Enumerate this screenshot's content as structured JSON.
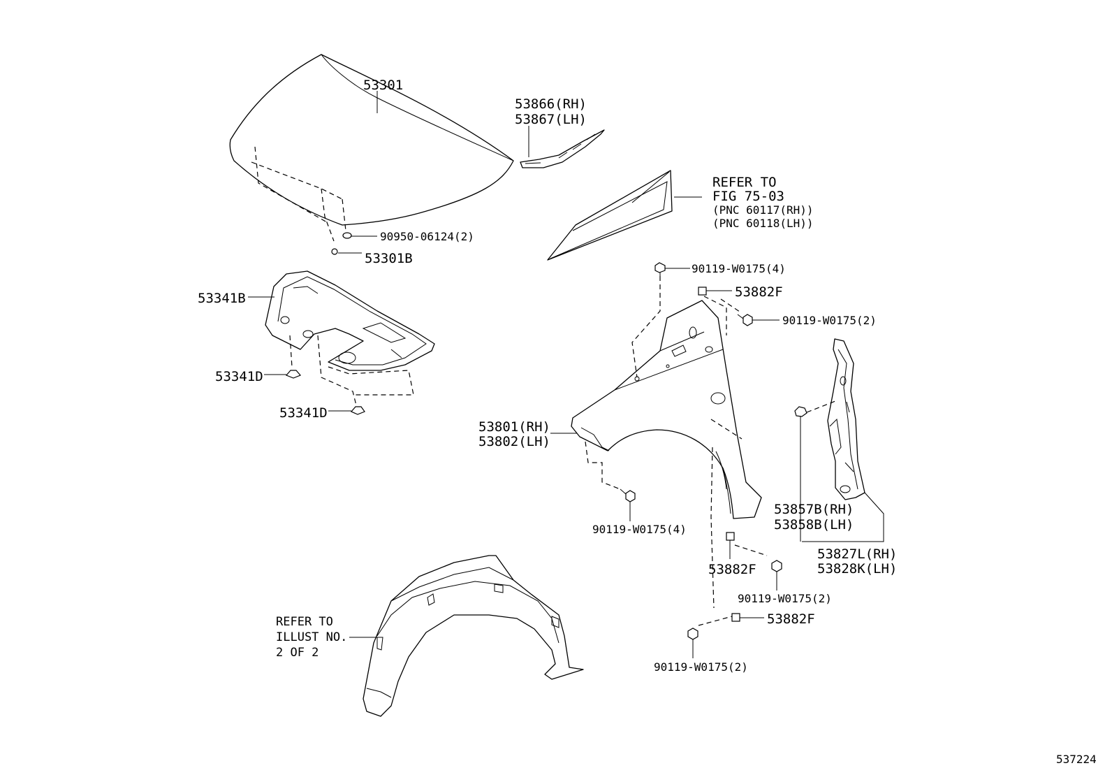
{
  "labels": {
    "hood": "53301",
    "hood_seal_rh": "53866(RH)",
    "hood_seal_lh": "53867(LH)",
    "refer_fig_1": "REFER TO",
    "refer_fig_2": "FIG 75-03",
    "refer_fig_3": "(PNC 60117(RH))",
    "refer_fig_4": "(PNC 60118(LH))",
    "hood_cushion": "90950-06124(2)",
    "hood_clip": "53301B",
    "insulator": "53341B",
    "insulator_clip_a": "53341D",
    "insulator_clip_b": "53341D",
    "bolt_top": "90119-W0175(4)",
    "nut_top": "53882F",
    "bolt_top_2": "90119-W0175(2)",
    "fender_rh": "53801(RH)",
    "fender_lh": "53802(LH)",
    "bolt_lower_left": "90119-W0175(4)",
    "seal_clip_rh": "53857B(RH)",
    "seal_clip_lh": "53858B(LH)",
    "fender_seal_rh": "53827L(RH)",
    "fender_seal_lh": "53828K(LH)",
    "nut_mid": "53882F",
    "bolt_mid": "90119-W0175(2)",
    "nut_bottom": "53882F",
    "bolt_bottom": "90119-W0175(2)",
    "refer_illust_1": "REFER TO",
    "refer_illust_2": "ILLUST NO.",
    "refer_illust_3": "2 OF 2",
    "figure_number": "537224"
  }
}
